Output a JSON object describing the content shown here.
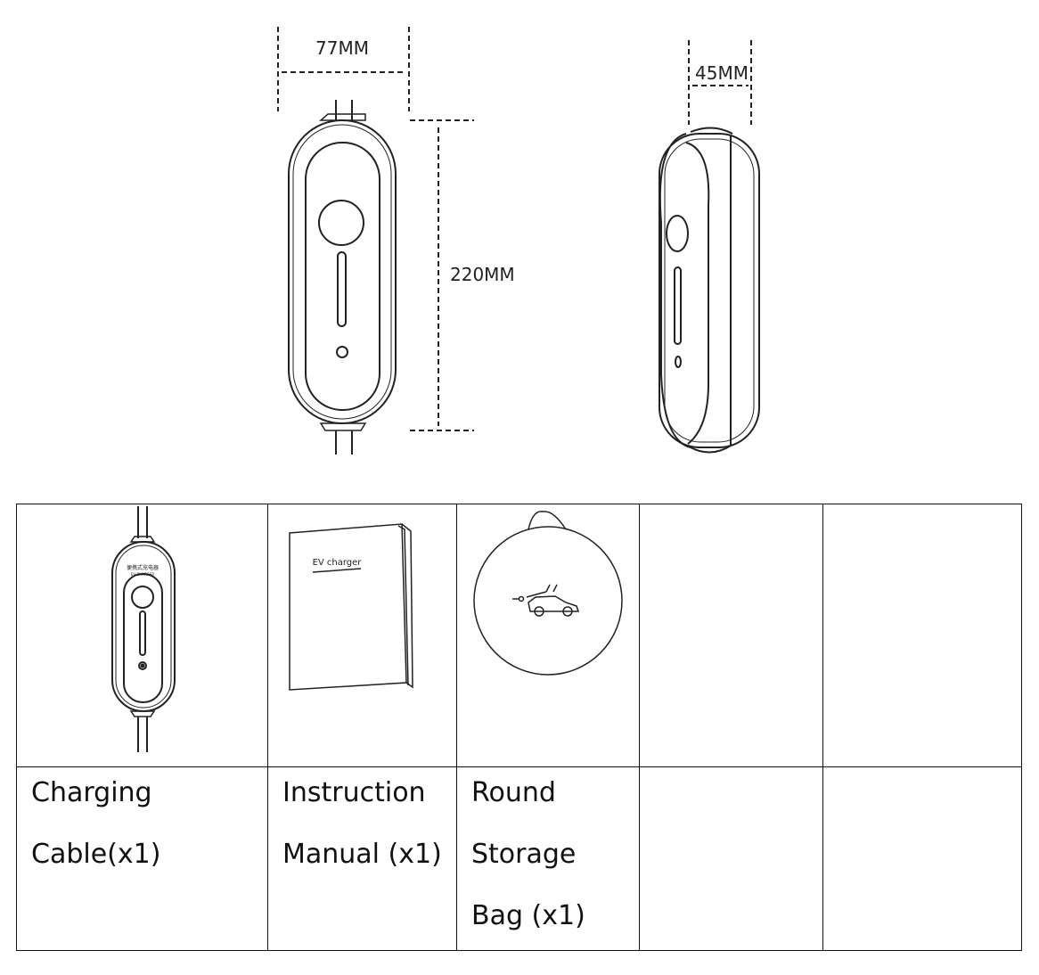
{
  "dimensions": {
    "width_label": "77MM",
    "height_label": "220MM",
    "depth_label": "45MM"
  },
  "pack_items": [
    {
      "icon": "charging-cable-icon",
      "label": "Charging\nCable(x1)",
      "device_text_cn": "便携式充电器",
      "device_text_en": "EV CHARGER"
    },
    {
      "icon": "instruction-manual-icon",
      "label": "Instruction\nManual (x1)",
      "cover_text": "EV charger"
    },
    {
      "icon": "storage-bag-icon",
      "label": "Round\nStorage\nBag (x1)"
    },
    {
      "icon": "",
      "label": ""
    },
    {
      "icon": "",
      "label": ""
    }
  ]
}
